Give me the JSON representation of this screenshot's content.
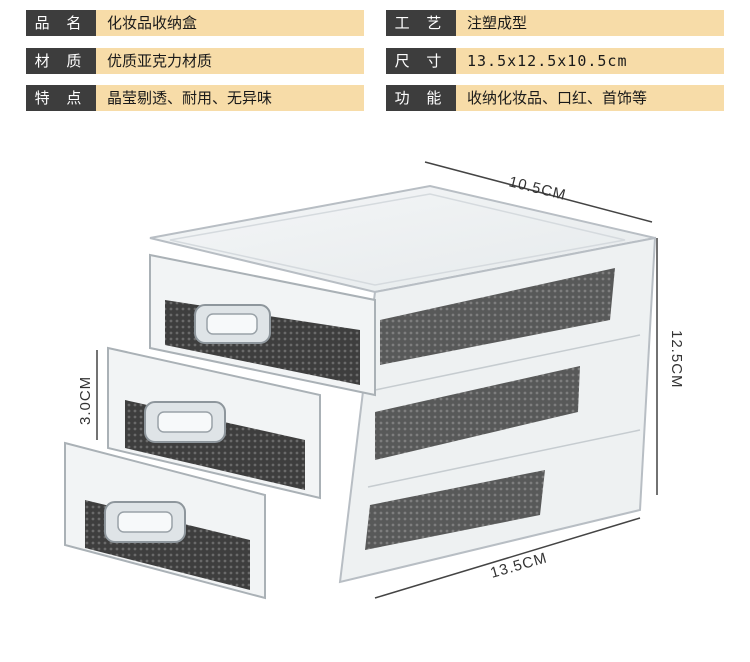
{
  "specs": [
    {
      "label": "品 名",
      "value": "化妆品收纳盒"
    },
    {
      "label": "工 艺",
      "value": "注塑成型"
    },
    {
      "label": "材 质",
      "value": "优质亚克力材质"
    },
    {
      "label": "尺 寸",
      "value": "13.5x12.5x10.5cm"
    },
    {
      "label": "特 点",
      "value": "晶莹剔透、耐用、无异味"
    },
    {
      "label": "功 能",
      "value": "收纳化妆品、口红、首饰等"
    }
  ],
  "dimensions": {
    "depth": "10.5CM",
    "height": "12.5CM",
    "drawer_height": "3.0CM",
    "width": "13.5CM"
  },
  "colors": {
    "label_bg": "#3d3d3d",
    "value_bg": "#f7dca8",
    "acrylic_edge": "#b8bec4",
    "mat": "#4a4a4a"
  }
}
